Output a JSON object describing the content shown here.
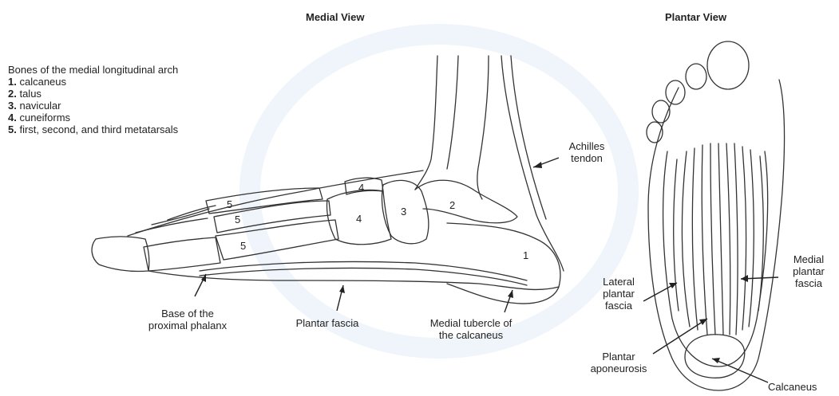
{
  "headings": {
    "medial": "Medial View",
    "plantar": "Plantar View"
  },
  "legend": {
    "title": "Bones of the medial longitudinal arch",
    "items": [
      {
        "num": "1.",
        "text": "calcaneus"
      },
      {
        "num": "2.",
        "text": "talus"
      },
      {
        "num": "3.",
        "text": "navicular"
      },
      {
        "num": "4.",
        "text": "cuneiforms"
      },
      {
        "num": "5.",
        "text": "first, second, and third metatarsals"
      }
    ]
  },
  "medial_labels": {
    "achilles_line1": "Achilles",
    "achilles_line2": "tendon",
    "base_line1": "Base of the",
    "base_line2": "proximal phalanx",
    "plantar_fascia": "Plantar fascia",
    "tubercle_line1": "Medial tubercle of",
    "tubercle_line2": "the calcaneus"
  },
  "bone_numbers": {
    "n1": "1",
    "n2": "2",
    "n3": "3",
    "n4a": "4",
    "n4b": "4",
    "n5a": "5",
    "n5b": "5",
    "n5c": "5"
  },
  "plantar_labels": {
    "medial_line1": "Medial",
    "medial_line2": "plantar",
    "medial_line3": "fascia",
    "lateral_line1": "Lateral",
    "lateral_line2": "plantar",
    "lateral_line3": "fascia",
    "apon_line1": "Plantar",
    "apon_line2": "aponeurosis",
    "calcaneus": "Calcaneus"
  }
}
